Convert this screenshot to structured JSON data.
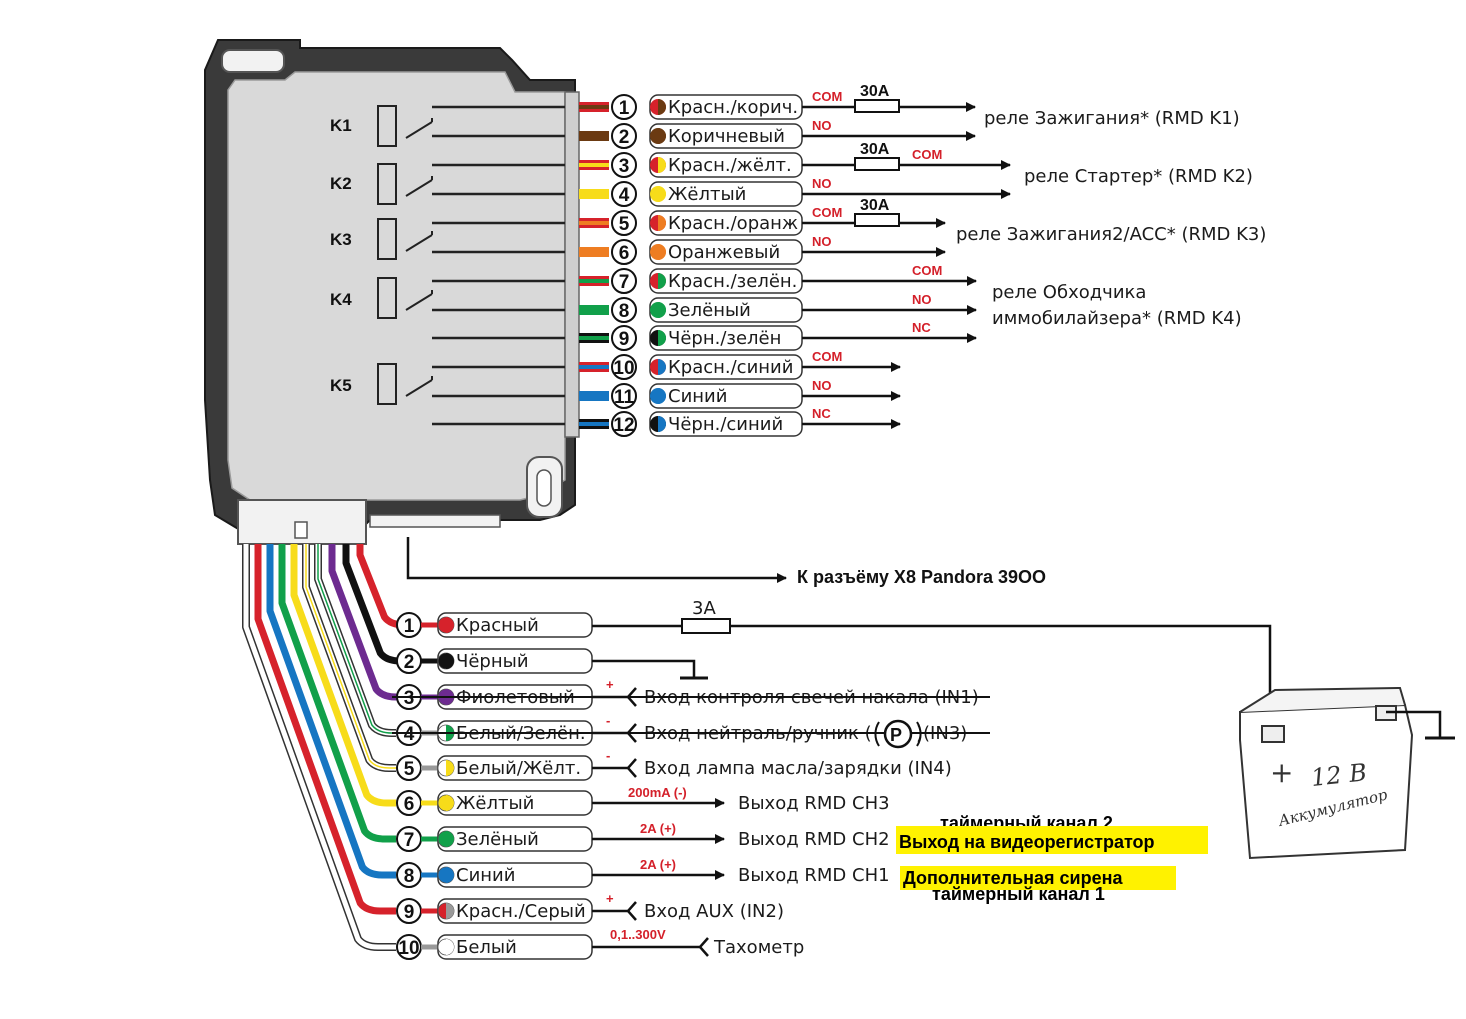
{
  "colors": {
    "red": "#d6222b",
    "brown": "#6b3a12",
    "yellow": "#f7dc1a",
    "orange": "#ee7d22",
    "green": "#11a04a",
    "black": "#111111",
    "blue": "#1676c2",
    "purple": "#6d2b90",
    "white": "#ffffff",
    "grey": "#9a9a9a",
    "module_body": "#d9d9d9",
    "highlight": "#fff200",
    "label_red": "#d4202a"
  },
  "relays": [
    "K1",
    "K2",
    "K3",
    "K4",
    "K5"
  ],
  "top_connector": {
    "pins": [
      {
        "num": "1",
        "label": "Красн./корич.",
        "c1": "red",
        "c2": "brown",
        "tag": "COM"
      },
      {
        "num": "2",
        "label": "Коричневый",
        "c1": "brown",
        "c2": "brown",
        "tag": "NO"
      },
      {
        "num": "3",
        "label": "Красн./жёлт.",
        "c1": "red",
        "c2": "yellow",
        "tag": "COM"
      },
      {
        "num": "4",
        "label": "Жёлтый",
        "c1": "yellow",
        "c2": "yellow",
        "tag": "NO"
      },
      {
        "num": "5",
        "label": "Красн./оранж",
        "c1": "red",
        "c2": "orange",
        "tag": "COM"
      },
      {
        "num": "6",
        "label": "Оранжевый",
        "c1": "orange",
        "c2": "orange",
        "tag": "NO"
      },
      {
        "num": "7",
        "label": "Красн./зелён.",
        "c1": "red",
        "c2": "green",
        "tag": "COM"
      },
      {
        "num": "8",
        "label": "Зелёный",
        "c1": "green",
        "c2": "green",
        "tag": "NO"
      },
      {
        "num": "9",
        "label": "Чёрн./зелён",
        "c1": "black",
        "c2": "green",
        "tag": "NC"
      },
      {
        "num": "10",
        "label": "Красн./синий",
        "c1": "red",
        "c2": "blue",
        "tag": "COM"
      },
      {
        "num": "11",
        "label": "Синий",
        "c1": "blue",
        "c2": "blue",
        "tag": "NO"
      },
      {
        "num": "12",
        "label": "Чёрн./синий",
        "c1": "black",
        "c2": "blue",
        "tag": "NC"
      }
    ],
    "fuse_label": "30A",
    "destinations": [
      {
        "text": "реле Зажигания* (RMD K1)"
      },
      {
        "text": "реле Стартер* (RMD K2)"
      },
      {
        "text": "реле Зажигания2/ACC* (RMD K3)"
      },
      {
        "line1": "реле Обходчика",
        "line2": "иммобилайзера* (RMD K4)"
      }
    ]
  },
  "x8_label": "К разъёму X8 Pandora 39OO",
  "bottom_connector": {
    "pins": [
      {
        "num": "1",
        "label": "Красный",
        "c1": "red",
        "c2": "red",
        "desc": "",
        "tag": "",
        "struck": false
      },
      {
        "num": "2",
        "label": "Чёрный",
        "c1": "black",
        "c2": "black",
        "desc": "",
        "tag": "",
        "struck": false
      },
      {
        "num": "3",
        "label": "Фиолетовый",
        "c1": "purple",
        "c2": "purple",
        "desc": "Вход контроля свечей накала (IN1)",
        "tag": "+",
        "struck": true
      },
      {
        "num": "4",
        "label": "Белый/Зелён.",
        "c1": "white",
        "c2": "green",
        "desc_a": "Вход нейтраль/ручник (",
        "desc_p": "P",
        "desc_b": ")(IN3)",
        "tag": "-",
        "struck": true
      },
      {
        "num": "5",
        "label": "Белый/Жёлт.",
        "c1": "white",
        "c2": "yellow",
        "desc": "Вход лампа масла/зарядки (IN4)",
        "tag": "-",
        "struck": false
      },
      {
        "num": "6",
        "label": "Жёлтый",
        "c1": "yellow",
        "c2": "yellow",
        "desc": "Выход RMD CH3",
        "tag": "200mA (-)",
        "struck": false
      },
      {
        "num": "7",
        "label": "Зелёный",
        "c1": "green",
        "c2": "green",
        "desc": "Выход RMD CH2",
        "tag": "2A (+)",
        "struck": false
      },
      {
        "num": "8",
        "label": "Синий",
        "c1": "blue",
        "c2": "blue",
        "desc": "Выход RMD CH1",
        "tag": "2A (+)",
        "struck": false
      },
      {
        "num": "9",
        "label": "Красн./Серый",
        "c1": "red",
        "c2": "grey",
        "desc": "Вход AUX (IN2)",
        "tag": "+",
        "struck": false
      },
      {
        "num": "10",
        "label": "Белый",
        "c1": "white",
        "c2": "white",
        "desc": "Тахометр",
        "tag": "0,1..300V",
        "struck": false
      }
    ],
    "fuse_label": "3A"
  },
  "notes": {
    "ch2_top": "таймерный канал 2",
    "ch2_highlight": "Выход на видеорегистратор",
    "ch1_highlight": "Дополнительная сирена",
    "ch1_bottom": "таймерный канал 1"
  },
  "battery": {
    "plus": "+",
    "voltage": "12 В",
    "label": "Аккумулятор"
  }
}
